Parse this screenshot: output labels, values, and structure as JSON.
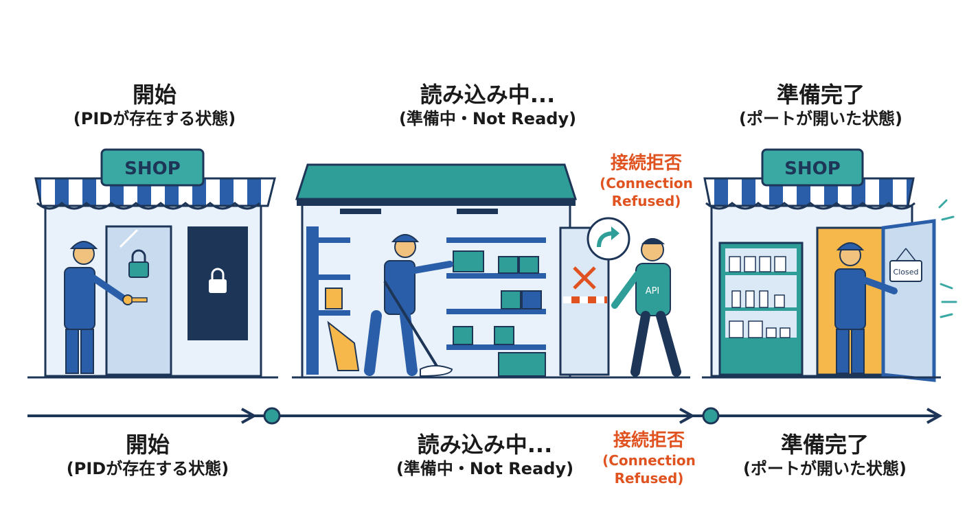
{
  "stages": [
    {
      "title": "開始",
      "subtitle": "(PIDが存在する状態)"
    },
    {
      "title": "読み込み中...",
      "subtitle": "(準備中・Not Ready)"
    },
    {
      "title": "準備完了",
      "subtitle": "(ポートが開いた状態)"
    }
  ],
  "refused": {
    "title": "接続拒否",
    "line1": "(Connection",
    "line2": "Refused)"
  },
  "shop_sign": "SHOP",
  "api_label": "API",
  "closed_sign": "Closed",
  "colors": {
    "navy": "#1d3557",
    "blue": "#2a5ea8",
    "teal": "#2f9e98",
    "light_blue": "#dbe8f5",
    "red": "#e0521f",
    "orange": "#f7b84b"
  },
  "icons": [
    "lock-icon",
    "key-icon",
    "mop-icon",
    "box-icon",
    "x-mark-icon",
    "redirect-arrow-icon",
    "timeline-node-icon",
    "arrowhead-icon"
  ]
}
